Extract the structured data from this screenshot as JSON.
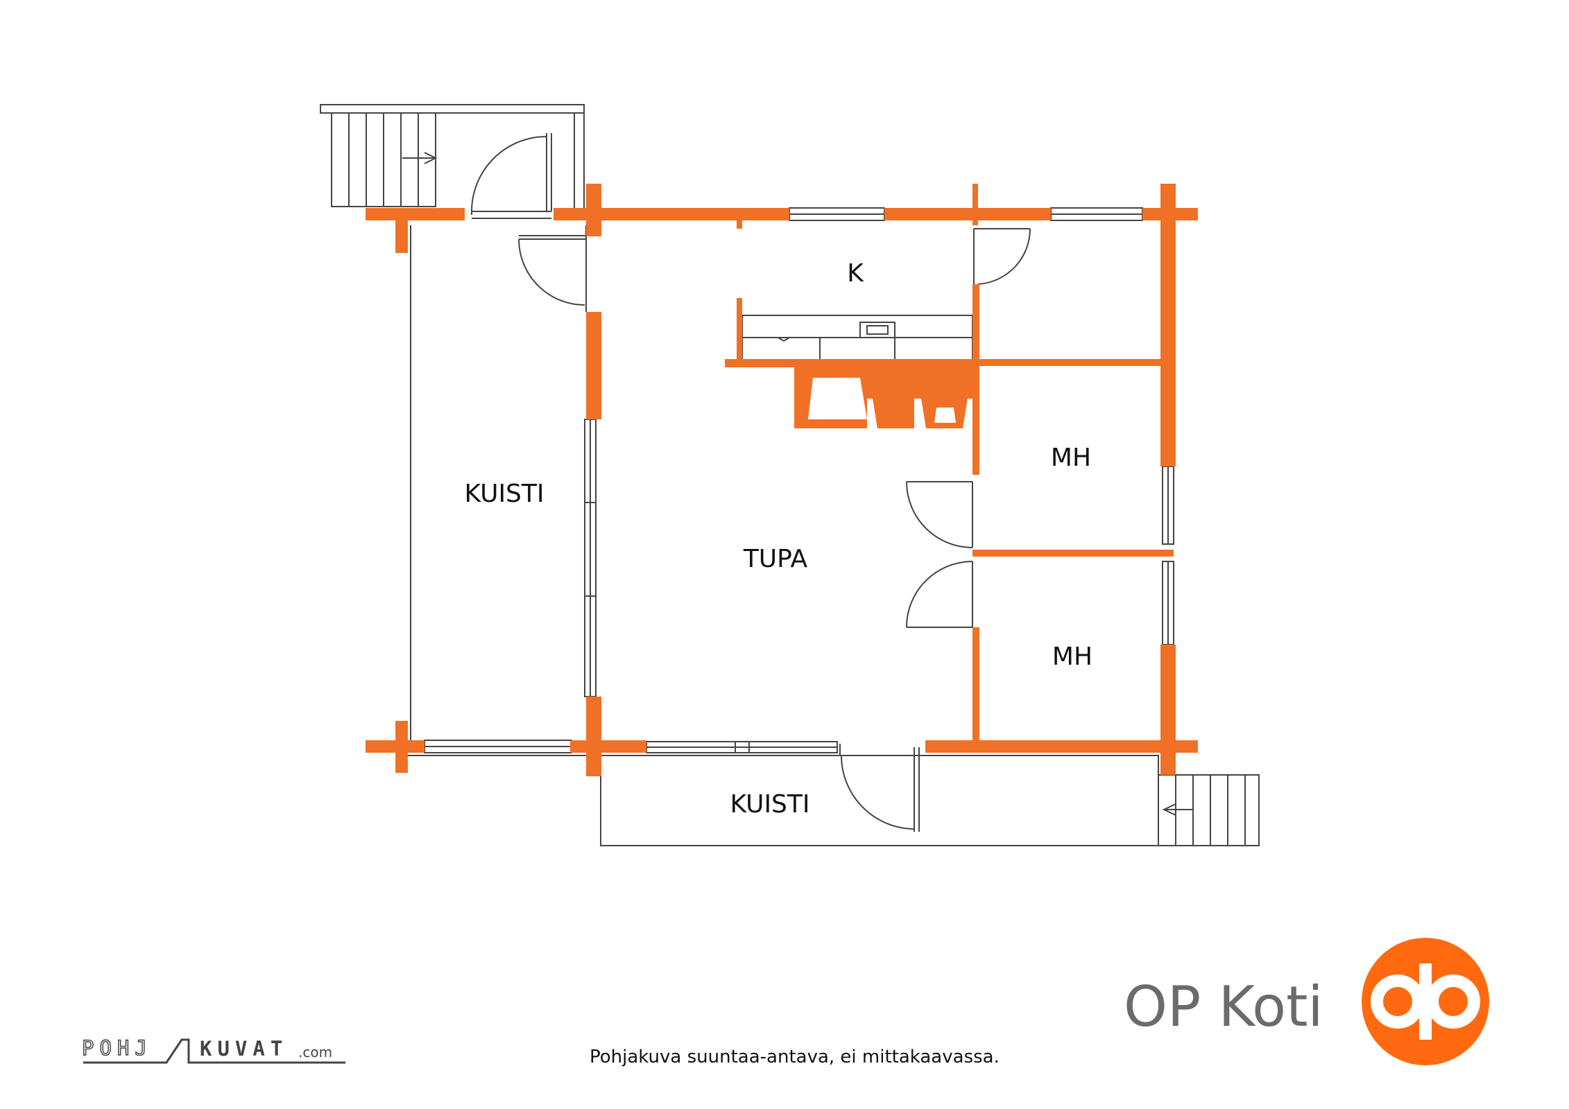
{
  "rooms": {
    "kitchen": "K",
    "living": "TUPA",
    "porch_west": "KUISTI",
    "porch_south": "KUISTI",
    "bedroom_1": "MH",
    "bedroom_2": "MH"
  },
  "brand": {
    "name": "OP Koti",
    "logo_color": "#ff6a10"
  },
  "footer": {
    "disclaimer": "Pohjakuva suuntaa-antava, ei mittakaavassa.",
    "source_logo_text": "POHJAKUVAT.com"
  },
  "colors": {
    "wall": "#f07125",
    "line": "#444444"
  }
}
